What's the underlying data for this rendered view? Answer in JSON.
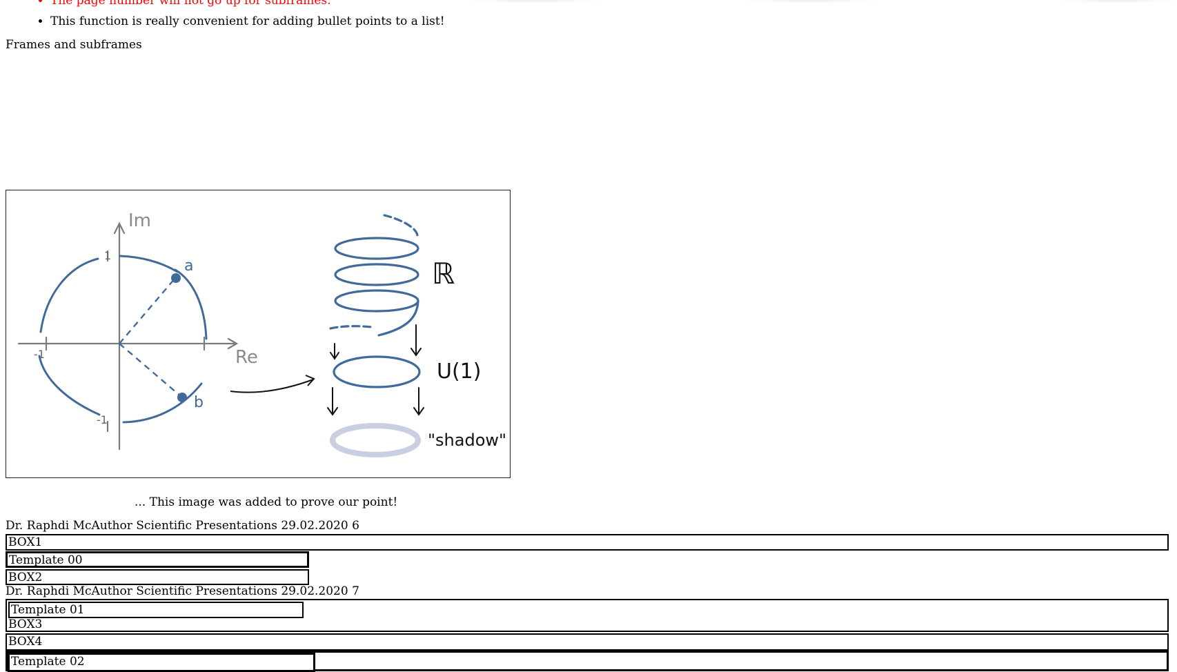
{
  "bullets": [
    {
      "text": "The page number will not go up for subframes.",
      "color": "#ff0000"
    },
    {
      "text": "This function is really convenient for adding bullet points to a list!",
      "color": "#000000"
    }
  ],
  "section_title": "Frames and subframes",
  "figure": {
    "caption": "... This image was added to prove our point!",
    "labels": {
      "im": "Im",
      "re": "Re",
      "one_top": "1",
      "minus_one_left": "-1",
      "minus_one_bottom": "-1",
      "point_a": "a",
      "point_b": "b",
      "r_label": "ℝ",
      "u1_label": "U(1)",
      "shadow_label": "\"shadow\""
    },
    "colors": {
      "curve": "#3f6a9a",
      "axis": "#7a7a7a",
      "ink": "#111111",
      "shadow": "#c9cfe0"
    }
  },
  "footers": [
    {
      "author": "Dr. Raphdi McAuthor",
      "title": "Scientific Presentations",
      "date": "29.02.2020",
      "page": "6"
    },
    {
      "author": "Dr. Raphdi McAuthor",
      "title": "Scientific Presentations",
      "date": "29.02.2020",
      "page": "7"
    }
  ],
  "boxes": {
    "box1": "BOX1",
    "template00": "Template 00",
    "box2": "BOX2",
    "template01": "Template 01",
    "box3": "BOX3",
    "box4": "BOX4",
    "template02": "Template 02"
  }
}
